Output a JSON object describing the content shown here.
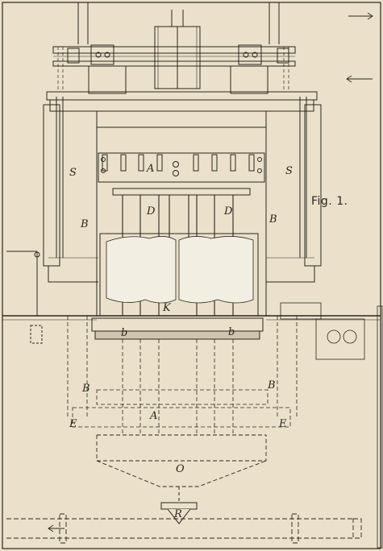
{
  "figure": {
    "caption": "Fig. 1."
  },
  "labels": {
    "A_upper": "A",
    "A_lower": "A",
    "D_left": "D",
    "D_right": "D",
    "S_left": "S",
    "S_right": "S",
    "B_upper_left": "B",
    "B_upper_right": "B",
    "B_lower_left": "B",
    "B_lower_right": "B",
    "b_left": "b",
    "b_right": "b",
    "K": "K",
    "E_left": "E",
    "E_right": "E",
    "O": "O",
    "R": "R"
  },
  "colors": {
    "paper": "#ebe1ca",
    "ink": "#2a2620",
    "fabric": "#f3eee2"
  }
}
